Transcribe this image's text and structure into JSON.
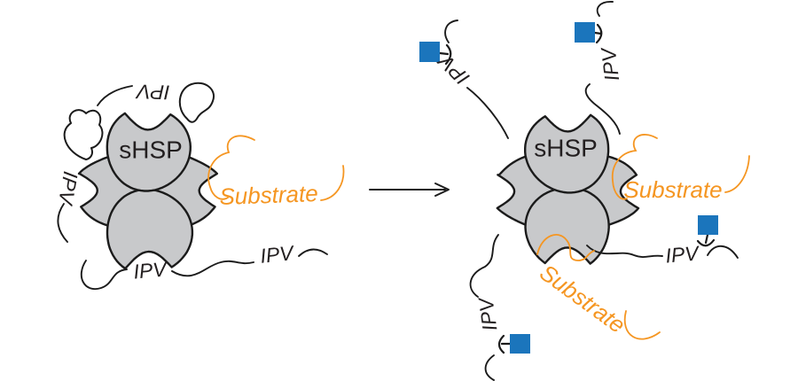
{
  "colors": {
    "body_fill": "#c8c9cb",
    "outline": "#1b1b1b",
    "substrate_orange": "#f59622",
    "tag_blue": "#1b75bc",
    "text_dark": "#231f20"
  },
  "left_complex": {
    "core_label": "sHSP",
    "ipv_labels": [
      "IPV",
      "IPV",
      "IPV",
      "IPV"
    ],
    "substrate_label": "Substrate"
  },
  "right_complex": {
    "core_label": "sHSP",
    "ipv_labels": [
      "IPV",
      "IPV",
      "IPV",
      "IPV"
    ],
    "substrate_labels": [
      "Substrate",
      "Substrate"
    ],
    "modification_squares": 4
  }
}
